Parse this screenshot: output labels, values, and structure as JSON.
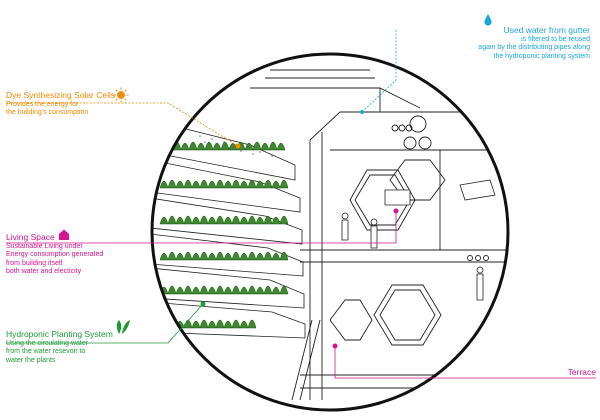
{
  "annotations": {
    "solar": {
      "title": "Dye Synthesizing Solar Cells",
      "body": "Provides the energy for\nthe building's consumption",
      "color": "#f08a00",
      "icon": "sun-icon"
    },
    "water": {
      "title": "Used water from gutter",
      "body": "is filtered to be reused\nagain by the distributing pipes along\nthe hydroponic planting system",
      "color": "#1aa7d8",
      "icon": "water-drop-icon"
    },
    "living": {
      "title": "Living Space",
      "body": "Sustainable Living under\nEnergy consumption generated\nfrom building itself\nboth water and electicity",
      "color": "#d7148f",
      "icon": "house-icon"
    },
    "hydroponic": {
      "title": "Hydroponic Planting System",
      "body": "Using the circulating water\nfrom the water resevoir to\nwater the plants",
      "color": "#1d9a3a",
      "icon": "sprout-icon"
    },
    "terrace": {
      "title": "Terrace",
      "color": "#d7148f"
    }
  }
}
